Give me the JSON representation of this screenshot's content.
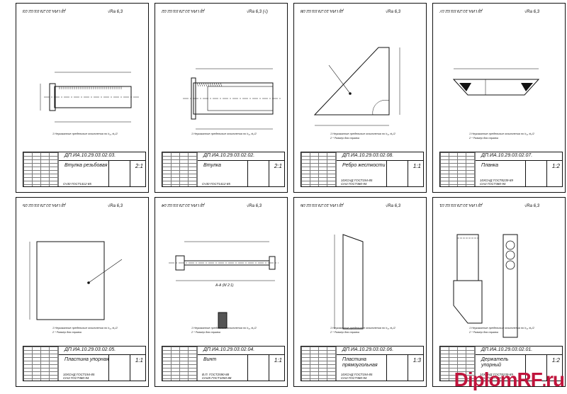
{
  "sheets": [
    {
      "code": "ДП.ИА.10.29.03.02.03.",
      "name": "Втулка резьбовая",
      "scale": "2:1",
      "material": "Сч30 ГОСТ1412-85",
      "stamp": "ДП.ИА.10.29.03.02.03",
      "roughness": "√Ra 6,3"
    },
    {
      "code": "ДП.ИА.10.29.03.02.02.",
      "name": "Втулка",
      "scale": "2:1",
      "material": "Сч30 ГОСТ1412-85",
      "stamp": "ДП.ИА.10.29.03.02.02",
      "roughness": "√Ra 6,3 (√)"
    },
    {
      "code": "ДП.ИА.10.29.03.02.08.",
      "name": "Ребро жесткости",
      "scale": "1:1",
      "material": "10ХСНД ГОСТ194-85\nСт3 ГОСТ380-94",
      "stamp": "ДП.ИА.10.29.03.02.08",
      "roughness": "√Ra 6,3"
    },
    {
      "code": "ДП.ИА.10.29.03.02.07.",
      "name": "Планка",
      "scale": "1:2",
      "material": "10ХСНД ГОСТ8239-89\nСт3 ГОСТ380-94",
      "stamp": "ДП.ИА.10.29.03.02.07",
      "roughness": "√Ra 6,3"
    },
    {
      "code": "ДП.ИА.10.29.03.02.05.",
      "name": "Пластина упорная",
      "scale": "1:1",
      "material": "10ХСНД ГОСТ194-85\nСт3 ГОСТ380-94",
      "stamp": "ДП.ИА.10.29.03.02.05",
      "roughness": "√Ra 6,3"
    },
    {
      "code": "ДП.ИА.10.29.03.02.04.",
      "name": "Винт",
      "scale": "1:1",
      "material": "В.П. ГОСТ2590-88\nСт45 ГОСТ1050-88",
      "stamp": "ДП.ИА.10.29.03.02.04",
      "roughness": "√Ra 6,3"
    },
    {
      "code": "ДП.ИА.10.29.03.02.06.",
      "name": "Пластина\nпрямоугольная",
      "scale": "1:3",
      "material": "10ХСНД ГОСТ194-85\nСт3 ГОСТ380-94",
      "stamp": "ДП.ИА.10.29.03.02.06",
      "roughness": "√Ra 6,3"
    },
    {
      "code": "ДП.ИА.10.29.03.02.01.",
      "name": "Держатель\nупорный",
      "scale": "1:2",
      "material": "10ХСНД ГОСТ8239-89\nСт3 ГОСТ380-94",
      "stamp": "ДП.ИА.10.29.03.02.01",
      "roughness": "√Ra 6,3"
    }
  ],
  "notes": {
    "tolerance_note": "1 Неуказанные предельные отклонения по  h₁₄ ±t₂/2",
    "weld_note": "2 *  Размер для справок",
    "section_label": "А-А (М 2:1)"
  },
  "watermark": {
    "brand": "Diplom",
    "rf": "RF",
    "dot": ".",
    "ru": "ru"
  }
}
